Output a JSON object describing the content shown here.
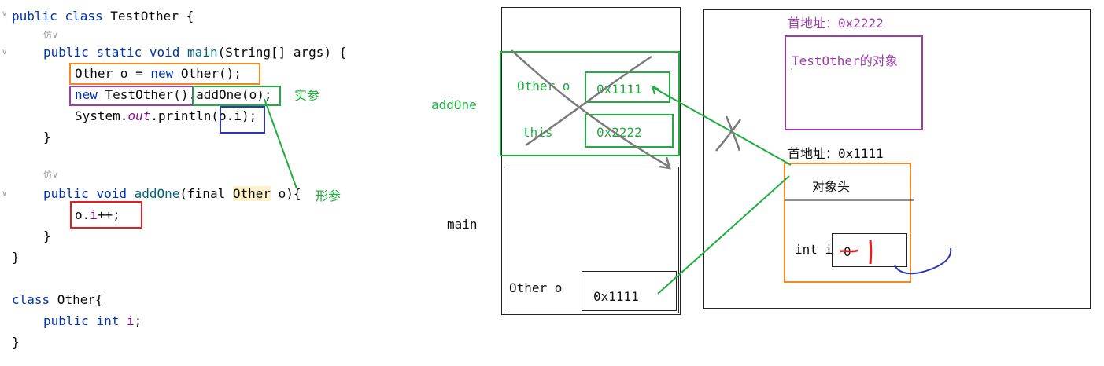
{
  "code": {
    "class_decl": {
      "kw1": "public",
      "kw2": "class",
      "name": "TestOther",
      "brace": " {"
    },
    "main_sig": {
      "kw1": "public",
      "kw2": "static",
      "kw3": "void",
      "name": "main",
      "params": "(String[] args) {"
    },
    "line_new_other": {
      "type": "Other o = ",
      "kw": "new",
      "rest": " Other();"
    },
    "line_call": {
      "kw": "new",
      "obj": " TestOther()",
      "call": ".addOne(o);"
    },
    "line_print": {
      "pre": "System.",
      "out": "out",
      "mid": ".println(",
      "arg": "o.i",
      "end": ");"
    },
    "close_main": "}",
    "addone_sig": {
      "kw1": "public",
      "kw2": "void",
      "name": "addOne",
      "pre": "(final ",
      "type": "Other",
      "post": " o){"
    },
    "line_inc": {
      "obj": "o.",
      "field": "i",
      "op": "++;"
    },
    "close_addone": "}",
    "close_class": "}",
    "other_decl": {
      "kw": "class",
      "name": " Other{"
    },
    "other_field": {
      "kw1": "public",
      "kw2": "int",
      "field": "i",
      "end": ";"
    },
    "close_other": "}",
    "hint_glyph": "仿∨",
    "fold_glyph": "∨"
  },
  "annotations": {
    "actual_param": "实参",
    "formal_param": "形参"
  },
  "stack": {
    "frame_addone": "addOne",
    "frame_main": "main",
    "addone_var_o": "Other o",
    "addone_val_o": "0x1111",
    "addone_var_this": "this",
    "addone_val_this": "0x2222",
    "main_var_o": "Other o",
    "main_val_o": "0x1111"
  },
  "heap": {
    "addr_testother": "首地址：0x2222",
    "testother_label": "TestOther的对象",
    "addr_other": "首地址：0x1111",
    "header_label": "对象头",
    "field_label": "int i",
    "field_old": "0",
    "field_new": "1"
  },
  "colors": {
    "orange": "#f08a24",
    "purple": "#9b3fa8",
    "green": "#1fad3f",
    "blue": "#2b35b8",
    "red": "#e02020",
    "gray": "#7a7a7a",
    "dark": "#111111"
  }
}
